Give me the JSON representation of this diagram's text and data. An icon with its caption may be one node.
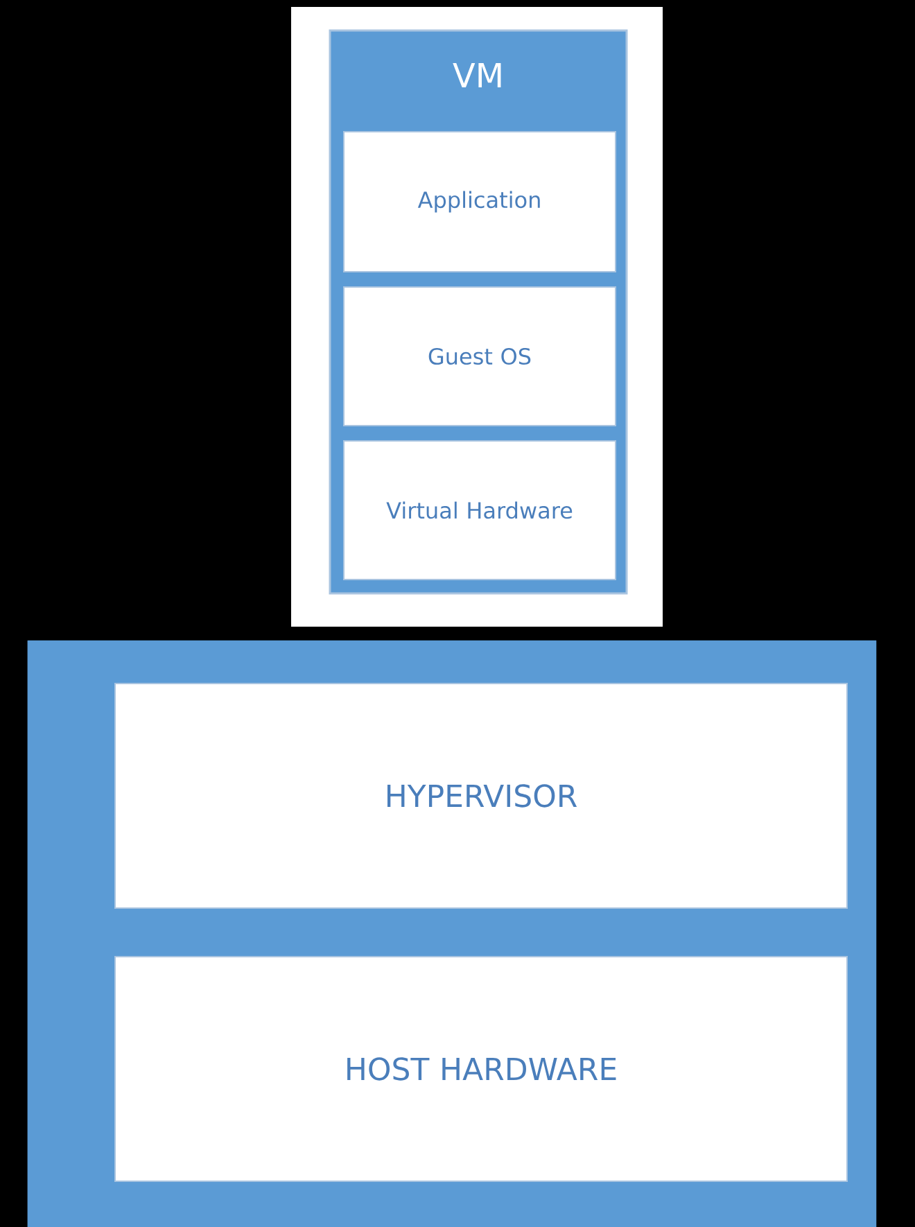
{
  "diagram": {
    "nodes": [
      {
        "text": [
          "VM"
        ]
      },
      {
        "text": [
          "Application"
        ],
        "in": 0
      },
      {
        "text": [
          "Guest OS"
        ],
        "in": 0
      },
      {
        "text": [
          "Virtual Hardware"
        ],
        "in": 0
      },
      {
        "text": [],
        "shape": "box"
      },
      {
        "text": [
          "HYPERVISOR"
        ],
        "in": 4
      },
      {
        "text": [
          "HOST HARDWARE"
        ],
        "in": 4
      }
    ]
  }
}
